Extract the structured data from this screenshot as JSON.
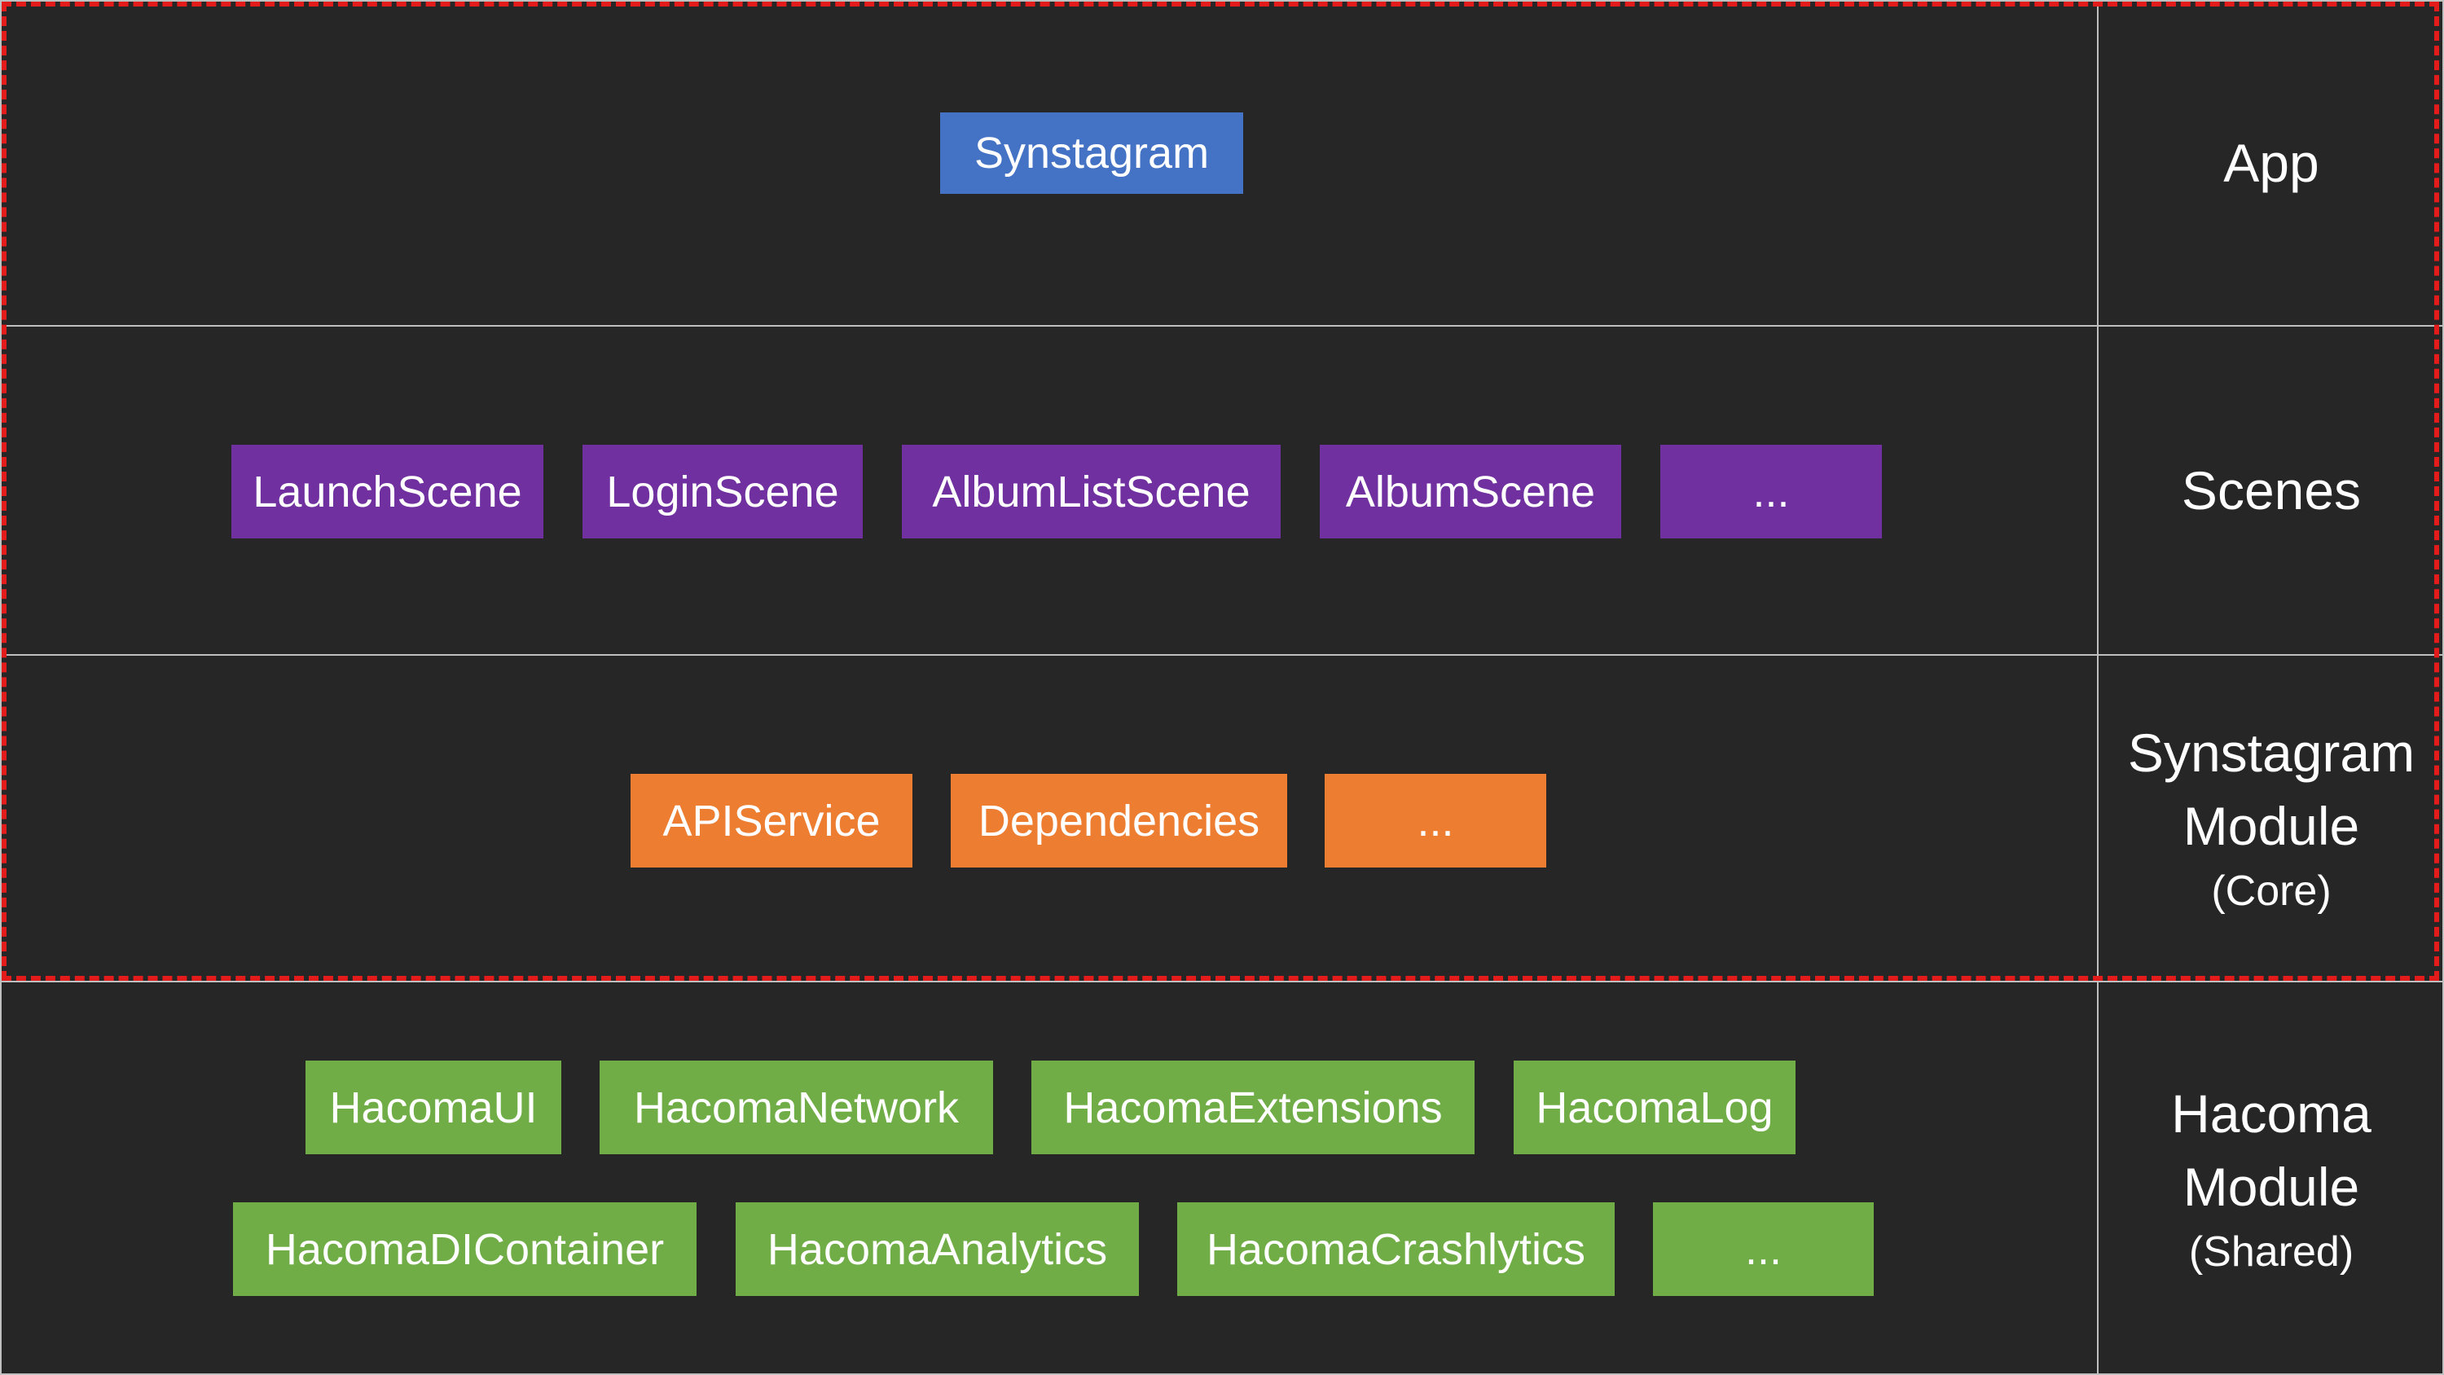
{
  "colors": {
    "background": "#262626",
    "gridline": "#bfbfbf",
    "app": "#4472c4",
    "scenes": "#7030a0",
    "core": "#ed7d31",
    "shared": "#70ad47",
    "boundary": "#e31b1b"
  },
  "layers": {
    "app": {
      "label": "App",
      "modules": [
        "Synstagram"
      ]
    },
    "scenes": {
      "label": "Scenes",
      "modules": [
        "LaunchScene",
        "LoginScene",
        "AlbumListScene",
        "AlbumScene",
        "..."
      ]
    },
    "core": {
      "label_line1": "Synstagram",
      "label_line2": "Module",
      "label_sub": "(Core)",
      "modules": [
        "APIService",
        "Dependencies",
        "..."
      ]
    },
    "shared": {
      "label_line1": "Hacoma",
      "label_line2": "Module",
      "label_sub": "(Shared)",
      "modules_row1": [
        "HacomaUI",
        "HacomaNetwork",
        "HacomaExtensions",
        "HacomaLog"
      ],
      "modules_row2": [
        "HacomaDIContainer",
        "HacomaAnalytics",
        "HacomaCrashlytics",
        "..."
      ]
    }
  }
}
